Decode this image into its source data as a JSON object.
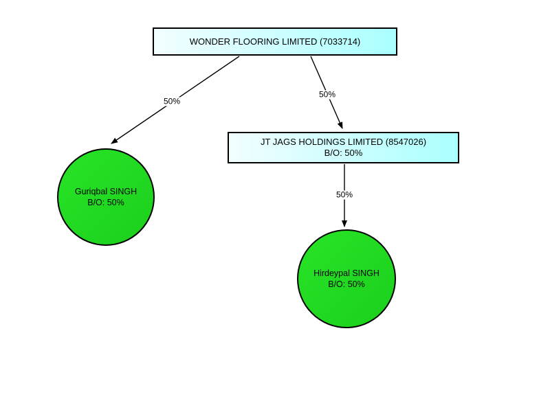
{
  "colors": {
    "background": "#ffffff",
    "box_gradient_start": "#f2feff",
    "box_gradient_end": "#aaffff",
    "person_fill_start": "#27e427",
    "person_fill_end": "#1ccf1c",
    "line": "#000000",
    "text": "#000000"
  },
  "nodes": {
    "root_company": {
      "label": "WONDER FLOORING LIMITED (7033714)"
    },
    "subsidiary_company": {
      "label": "JT JAGS HOLDINGS LIMITED (8547026)",
      "ownership": "B/O: 50%"
    },
    "person_left": {
      "name": "Guriqbal SINGH",
      "ownership": "B/O: 50%"
    },
    "person_right": {
      "name": "Hirdeypal SINGH",
      "ownership": "B/O: 50%"
    }
  },
  "edges": {
    "root_to_person_left": {
      "label": "50%"
    },
    "root_to_subsidiary": {
      "label": "50%"
    },
    "subsidiary_to_person_right": {
      "label": "50%"
    }
  }
}
